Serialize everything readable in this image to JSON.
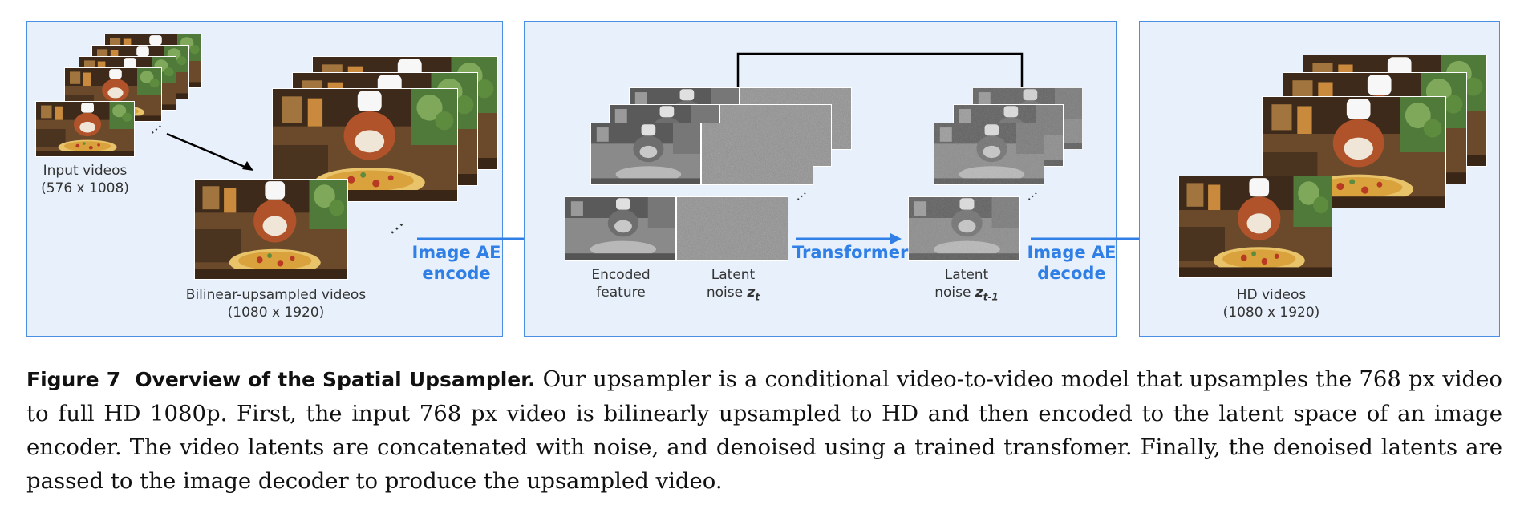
{
  "panels": {
    "left": {
      "input_label_line1": "Input videos",
      "input_label_line2": "(576 x 1008)",
      "upsampled_label_line1": "Bilinear-upsampled videos",
      "upsampled_label_line2": "(1080 x 1920)",
      "encode_label_line1": "Image AE",
      "encode_label_line2": "encode"
    },
    "middle": {
      "encoded_label_line1": "Encoded",
      "encoded_label_line2": "feature",
      "latent_label_line1": "Latent",
      "latent_label_line2": "noise",
      "latent_var": "z",
      "latent_sub": "t",
      "transformer_label": "Transformer",
      "latent2_label_line1": "Latent",
      "latent2_label_line2": "noise",
      "latent2_var": "z",
      "latent2_sub": "t-1",
      "decode_label_line1": "Image AE",
      "decode_label_line2": "decode"
    },
    "right": {
      "hd_label_line1": "HD videos",
      "hd_label_line2": "(1080 x 1920)"
    }
  },
  "caption": {
    "figure_number": "Figure 7",
    "figure_title": "Overview of the Spatial Upsampler.",
    "text": "Our upsampler is a conditional video-to-video model that upsamples the 768 px video to full HD 1080p. First, the input 768 px video is bilinearly upsampled to HD and then encoded to the latent space of an image encoder. The video latents are concatenated with noise, and denoised using a trained transfomer. Finally, the denoised latents are passed to the image decoder to produce the upsampled video."
  },
  "colors": {
    "panel_fill": "#e8f1fb",
    "panel_border": "#4a8fe4",
    "arrow_blue": "#2f7fe6",
    "label_blue": "#2f7fe6"
  },
  "icons": {
    "flow_arrow": "right-arrow-icon",
    "loop_arrow": "loop-back-arrow-icon",
    "continuation": "ellipsis-dots-icon"
  }
}
